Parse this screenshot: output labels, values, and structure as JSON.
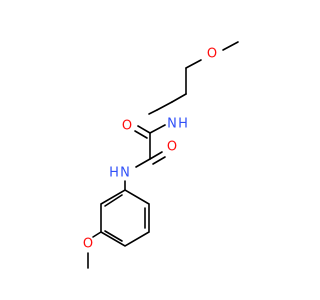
{
  "molecule": {
    "atom_labels": {
      "methoxy_top_O": "O",
      "amide_NH_top": "N",
      "amide_H_top": "H",
      "carbonyl_O_top": "O",
      "carbonyl_O_bottom": "O",
      "amide_NH_bottom": "N",
      "amide_H_bottom": "H",
      "methoxy_aryl_O": "O"
    },
    "colors": {
      "oxygen": "#ff0d0d",
      "nitrogen": "#3050f8",
      "carbon_bond": "#000000",
      "background": "#ffffff"
    }
  }
}
